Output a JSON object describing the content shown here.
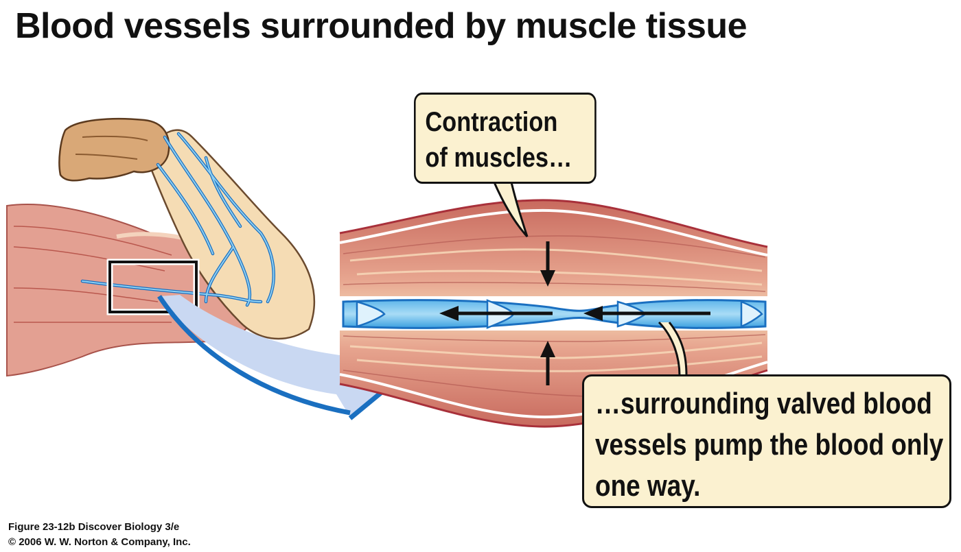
{
  "title": "Blood vessels surrounded by muscle tissue",
  "callouts": {
    "contraction": [
      "Contraction",
      "of muscles…"
    ],
    "valves": [
      "…surrounding valved blood",
      "vessels pump the blood only",
      "one way."
    ]
  },
  "caption": {
    "figure": "Figure 23-12b  Discover Biology 3/e",
    "copyright": "© 2006 W. W. Norton & Company, Inc."
  },
  "colors": {
    "muscle": "#d9857a",
    "muscle_light": "#f2c9a8",
    "skin": "#f5dcb4",
    "vessel": "#7cc6ee",
    "vessel_outline": "#1a6fc0",
    "zoom_arrow": "#c9d8f2",
    "callout_fill": "#fbf1d0"
  },
  "icons": [
    "flexed-arm-illustration",
    "muscle-cross-section",
    "valved-vein",
    "zoom-arrow",
    "contraction-arrows",
    "flow-arrows"
  ]
}
